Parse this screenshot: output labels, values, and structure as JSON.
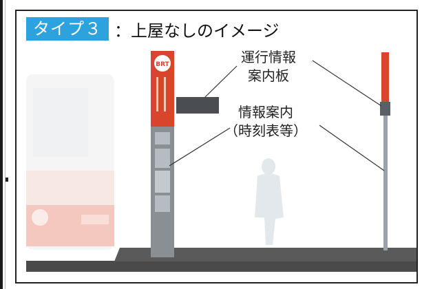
{
  "title": {
    "badge": "タイプ３",
    "text": "：上屋なしのイメージ"
  },
  "pole_logo": "BRT",
  "labels": {
    "board_line1": "運行情報",
    "board_line2": "案内板",
    "info_line1": "情報案内",
    "info_line2": "（時刻表等）"
  },
  "colors": {
    "badge_blue": "#2da2dc",
    "pole_red": "#d9452c",
    "pole_gray": "#9aa3ab",
    "ground": "#4a4a4a"
  }
}
